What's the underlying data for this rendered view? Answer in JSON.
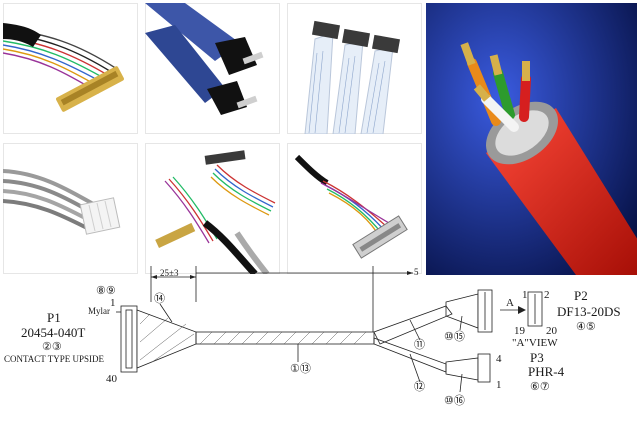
{
  "photos": [
    {
      "name": "photo-lvds-fine-wire-harness"
    },
    {
      "name": "photo-blue-ffc-cables"
    },
    {
      "name": "photo-white-ffc-ribbons"
    },
    {
      "name": "photo-red-power-cable-cross-section"
    },
    {
      "name": "photo-grey-wire-harness-white-connector"
    },
    {
      "name": "photo-twisted-pair-harness-assembly"
    },
    {
      "name": "photo-twisted-harness-grey-connector"
    }
  ],
  "drawing": {
    "dim_25": "25±3",
    "dim_5": "5",
    "p1_title": "P1",
    "p1_part": "20454-040T",
    "p1_refs": "②③",
    "contact_note": "CONTACT TYPE UPSIDE",
    "mylar": "Mylar",
    "refs_89": "⑧⑨",
    "pin_1": "1",
    "pin_40": "40",
    "ref_14": "⑭",
    "ref_1_13": "①⑬",
    "ref_11": "⑪",
    "ref_12": "⑫",
    "ref_10_15": "⑩⑮",
    "ref_10_16": "⑩⑯",
    "view_letter": "A",
    "p2_title": "P2",
    "p2_part": "DF13-20DS",
    "p2_refs": "④⑤",
    "p2_pin_1": "1",
    "p2_pin_2": "2",
    "p2_pin_19": "19",
    "p2_pin_20": "20",
    "a_view": "\"A\"VIEW",
    "p3_title": "P3",
    "p3_part": "PHR-4",
    "p3_refs": "⑥⑦",
    "p3_pin_4": "4",
    "p3_pin_1": "1"
  }
}
